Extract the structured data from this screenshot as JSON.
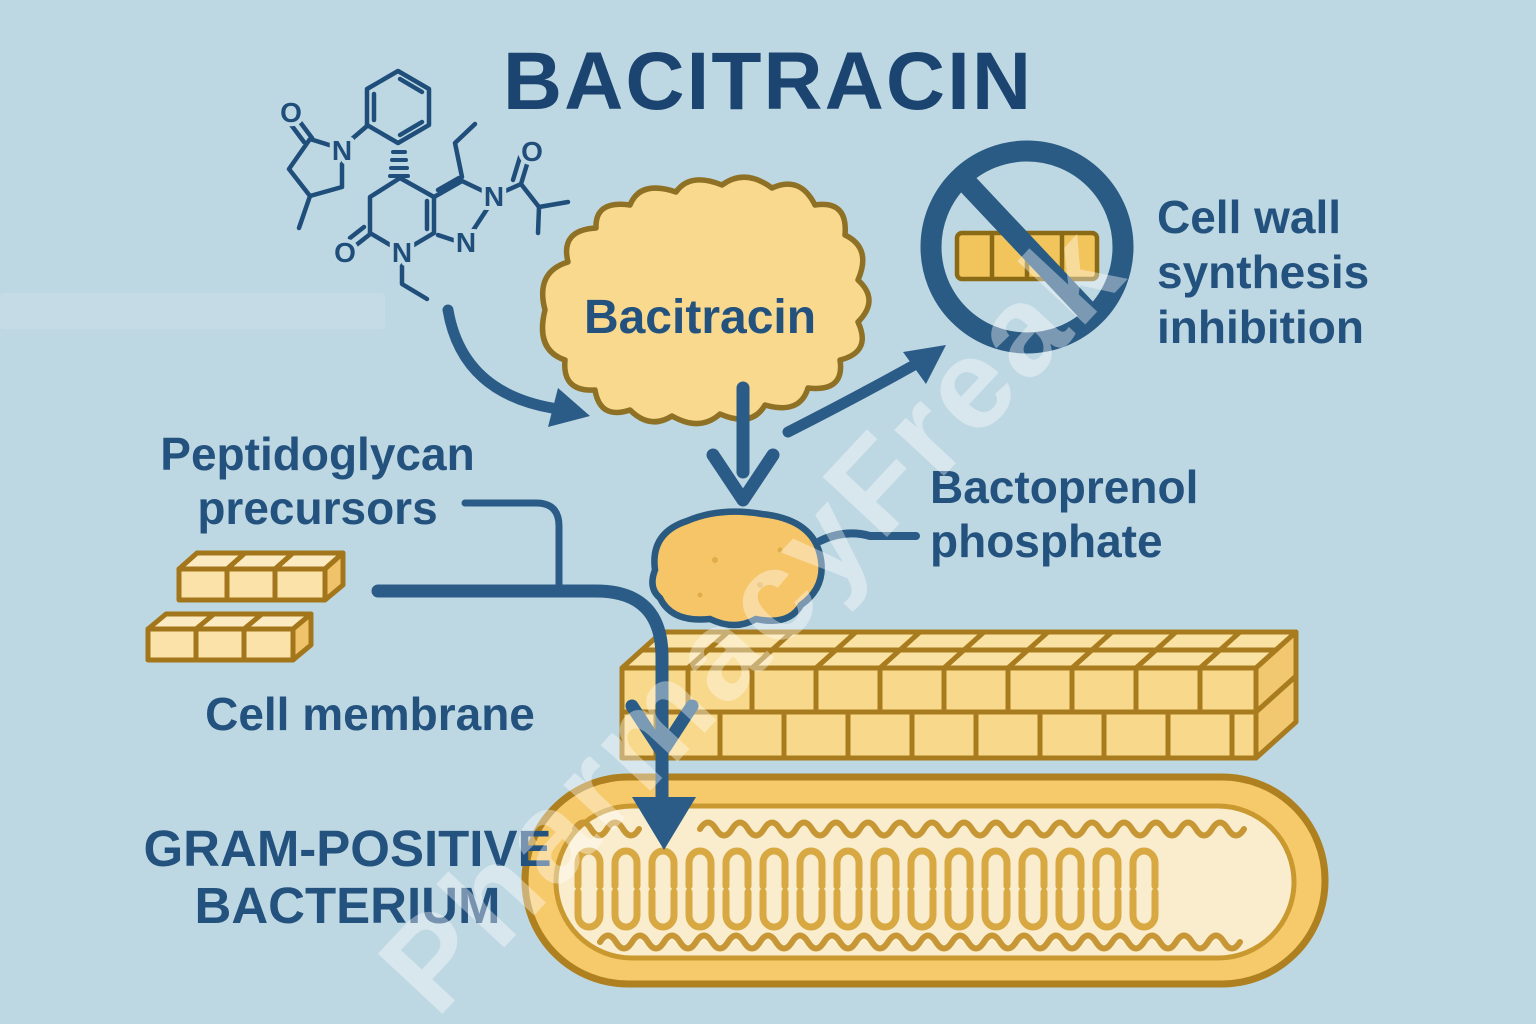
{
  "title": "BACITRACIN",
  "watermark": "PharmacyFreak",
  "cloud": {
    "label": "Bacitracin"
  },
  "molecule": {
    "atom_labels": [
      "O",
      "N",
      "O",
      "N",
      "N",
      "N",
      "O"
    ]
  },
  "prohibition": {
    "label_lines": [
      "Cell wall",
      "synthesis",
      "inhibition"
    ]
  },
  "peptidoglycan": {
    "label_lines": [
      "Peptidoglycan",
      "precursors"
    ]
  },
  "bactoprenol": {
    "label_lines": [
      "Bactoprenol",
      "phosphate"
    ]
  },
  "cell_membrane": {
    "label": "Cell membrane"
  },
  "bacterium": {
    "label_lines": [
      "GRAM-POSITIVE",
      "BACTERIUM"
    ]
  },
  "colors": {
    "background": "#bed8e3",
    "ink_blue": "#24527e",
    "title_blue": "#1b4470",
    "arrow_blue": "#2b5c87",
    "cloud_fill": "#f9d98e",
    "cloud_outline": "#8e7125",
    "brick_fill": "#f8d88a",
    "brick_top_fill": "#fae2a4",
    "brick_side_fill": "#f1c870",
    "brick_outline": "#a87c1e",
    "prohibition_brick_fill": "#f2c55c",
    "capsule_fill": "#f6c96b",
    "capsule_outline": "#ae801f",
    "capsule_inner_fill": "#faedcd",
    "membrane_gold": "#d8a843",
    "squiggle_gold": "#c89735",
    "blob_fill": "#f5c568",
    "watermark_white": "rgba(255,255,255,0.38)"
  }
}
